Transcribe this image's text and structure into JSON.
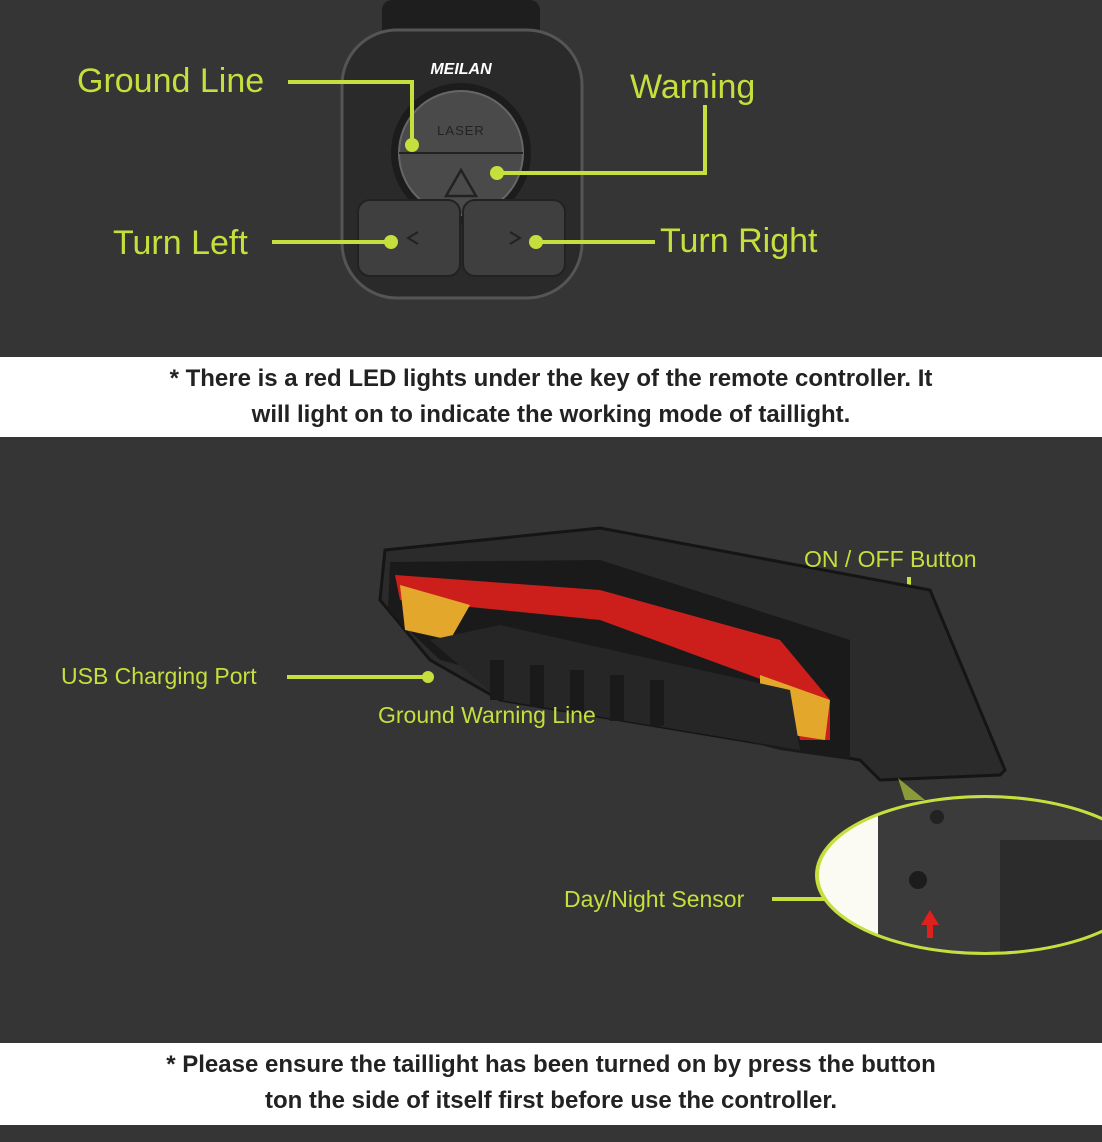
{
  "remote": {
    "brand": "MEILAN",
    "button_text": "LASER",
    "labels": {
      "ground_line": "Ground Line",
      "warning": "Warning",
      "turn_left": "Turn Left",
      "turn_right": "Turn Right"
    }
  },
  "note1": {
    "line1": "* There is a red LED lights under the key of the remote controller. It",
    "line2": "will light on to indicate the working mode of taillight."
  },
  "taillight": {
    "labels": {
      "on_off": "ON / OFF Button",
      "usb": "USB Charging Port",
      "ground_warning": "Ground Warning Line",
      "sensor": "Day/Night Sensor"
    }
  },
  "note2": {
    "line1": "* Please ensure the taillight has been turned on by press the button",
    "line2": "ton the side of itself first before use the controller."
  },
  "colors": {
    "label": "#c6df3c",
    "background": "#353535",
    "led": "#e0201c"
  }
}
